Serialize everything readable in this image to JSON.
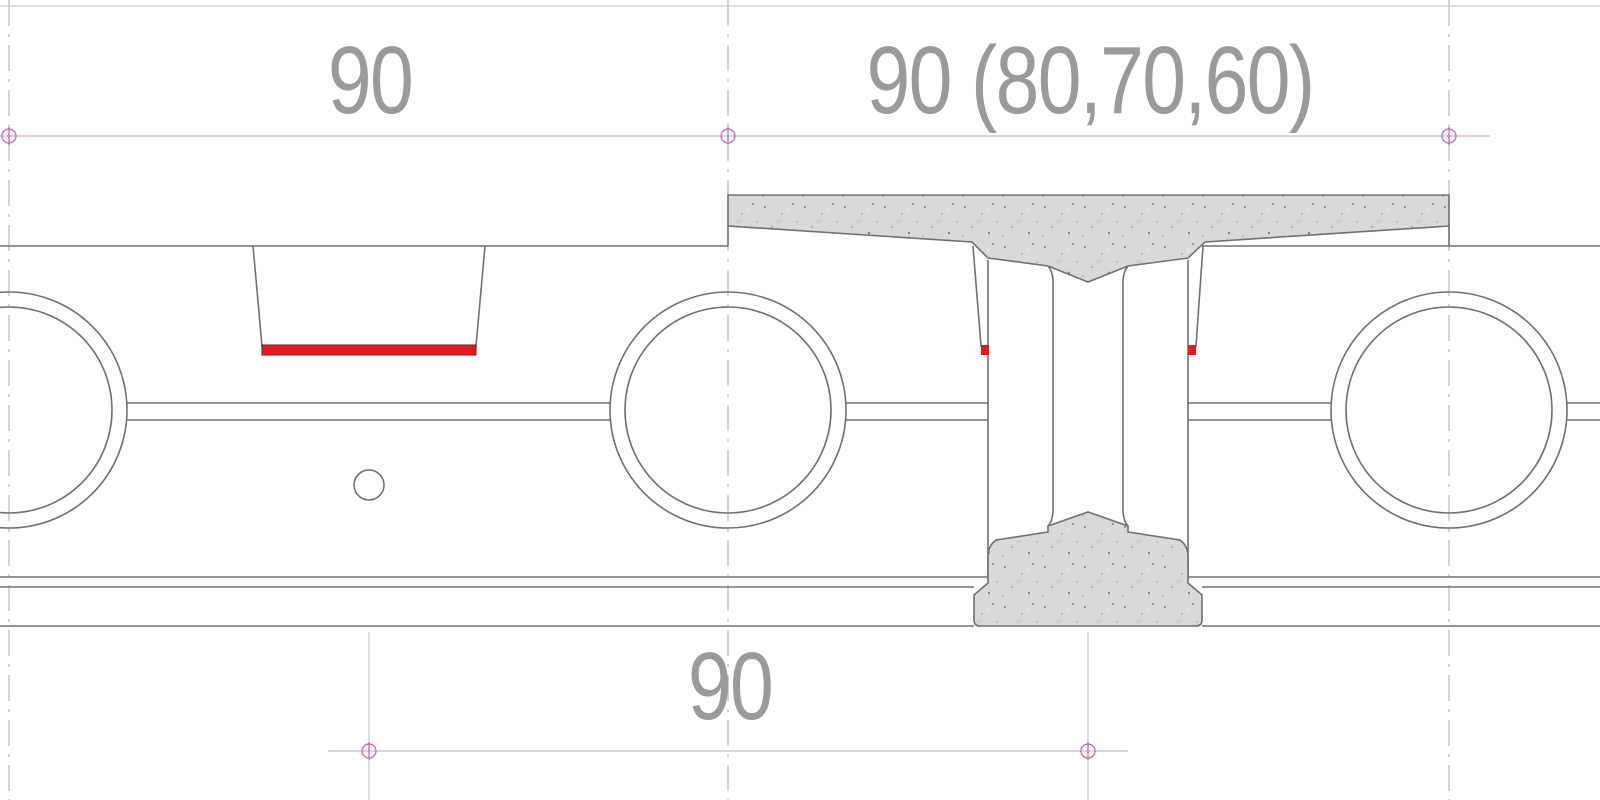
{
  "dimensions": {
    "top_left": "90",
    "top_right": "90 (80,70,60)",
    "bottom": "90"
  },
  "colors": {
    "outline": "#6e6e6e",
    "dimension_text": "#9a9a9a",
    "dimension_line": "#c9b6c9",
    "grid_dash": "#b5b5b5",
    "marker": "#c04bb0",
    "insulation_red": "#e11b22",
    "concrete": "#d7d7d5"
  }
}
